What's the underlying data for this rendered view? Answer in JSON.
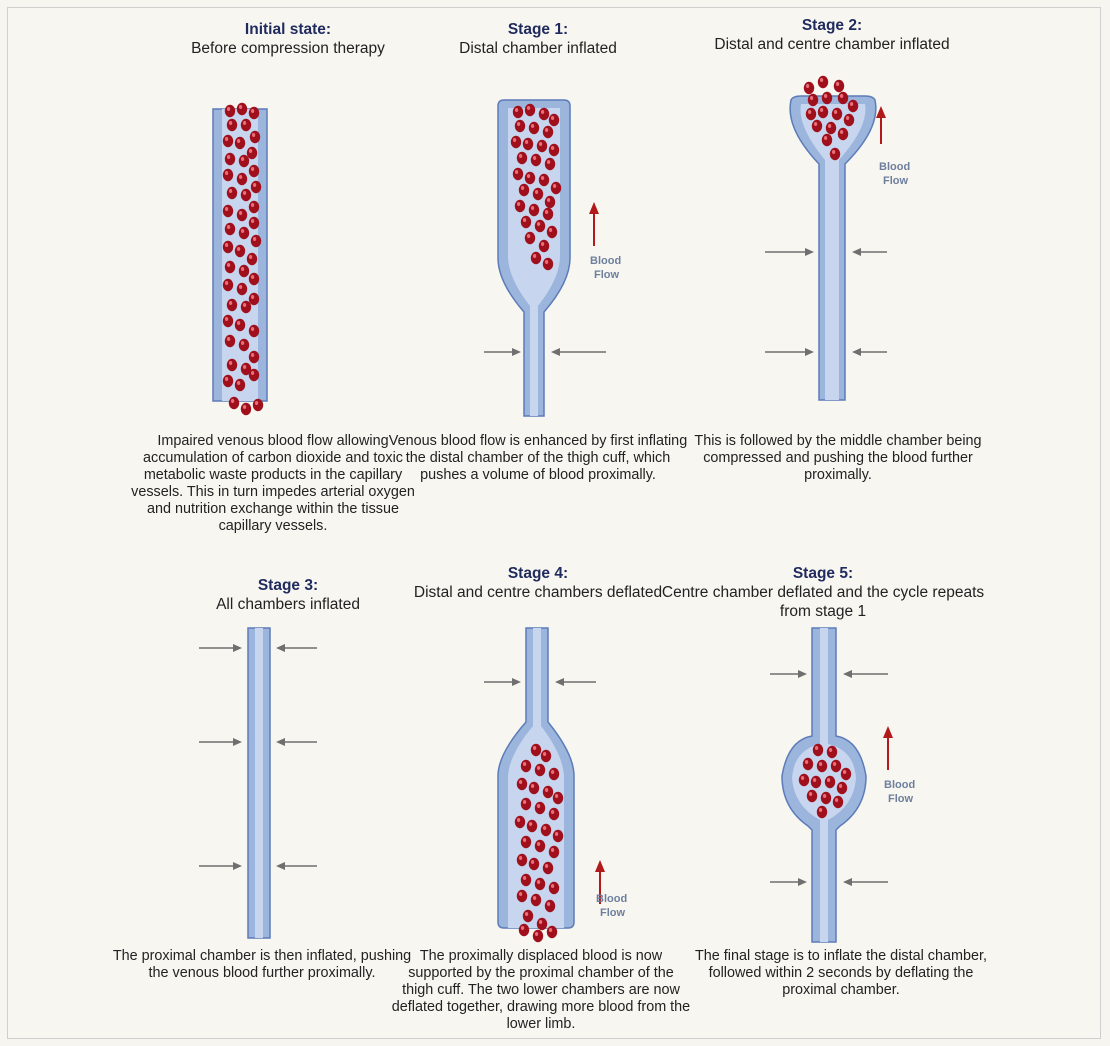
{
  "colors": {
    "vessel_outer": "#9bb5dc",
    "vessel_inner": "#c7d6ee",
    "vessel_wall": "#5c7cb8",
    "blood_cell": "#a0101c",
    "flow_arrow": "#b01a1a",
    "pressure_arrow": "#6f6f6f",
    "title": "#1f2a5e"
  },
  "flow_label": [
    "Blood",
    "Flow"
  ],
  "panels": [
    {
      "title": "Initial state:",
      "subtitle": "Before compression therapy",
      "caption": "Impaired venous blood flow allowing accumulation of carbon dioxide and toxic metabolic waste products in the capillary vessels. This in turn impedes arterial oxygen and nutrition exchange within the tissue capillary vessels."
    },
    {
      "title": "Stage 1:",
      "subtitle": "Distal chamber inflated",
      "caption": "Venous blood flow is enhanced by first inflating the distal chamber of the thigh cuff, which pushes a volume of blood proximally."
    },
    {
      "title": "Stage 2:",
      "subtitle": "Distal and centre chamber inflated",
      "caption": "This is followed by the middle chamber being compressed and pushing the blood further proximally."
    },
    {
      "title": "Stage 3:",
      "subtitle": "All chambers inflated",
      "caption": "The proximal chamber is then inflated, pushing the venous blood further proximally."
    },
    {
      "title": "Stage 4:",
      "subtitle": "Distal and centre chambers deflated",
      "caption": "The proximally displaced blood is now supported by the proximal chamber of the thigh cuff. The two lower chambers are now deflated together, drawing more blood from the lower limb."
    },
    {
      "title": "Stage 5:",
      "subtitle": "Centre chamber deflated and the cycle repeats from stage 1",
      "caption": "The final stage is to inflate the distal chamber, followed within 2 seconds by deflating the proximal chamber."
    }
  ]
}
